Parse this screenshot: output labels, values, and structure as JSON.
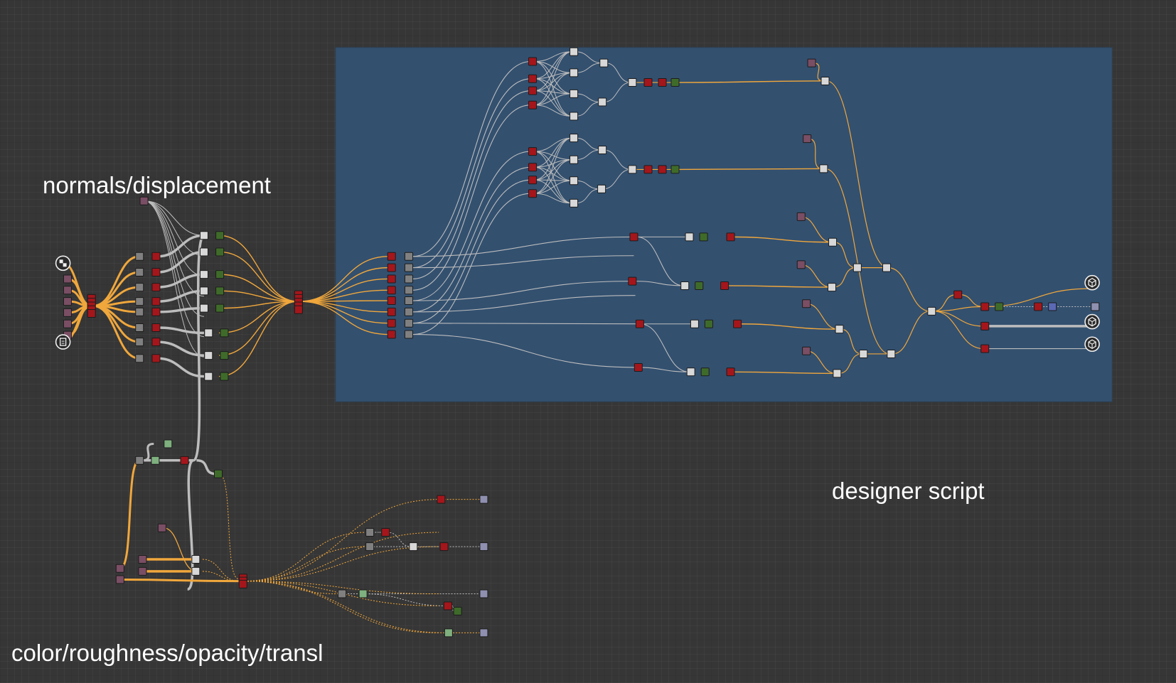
{
  "frames": {
    "normals": "normals/displacement",
    "designer": "designer script",
    "color": "color/roughness/opacity/transl"
  },
  "colors": {
    "canvas": "#363636",
    "frame_fill": "#33506f",
    "link_orange": "#f0a73c",
    "link_grey": "#bdbdbd",
    "node_red": "#a4161b",
    "node_white": "#d8d8d8",
    "node_grey": "#808080",
    "node_green": "#3f6b2a",
    "node_lightgreen": "#7fb07f",
    "node_purple": "#7a4e64",
    "node_lavender": "#8f8fb0",
    "node_blue": "#5a69b4"
  },
  "icons": {
    "inputs": [
      "checker-icon",
      "document-icon"
    ],
    "outputs": [
      "cube-output-icon",
      "cube-output-icon",
      "cube-output-icon"
    ]
  }
}
